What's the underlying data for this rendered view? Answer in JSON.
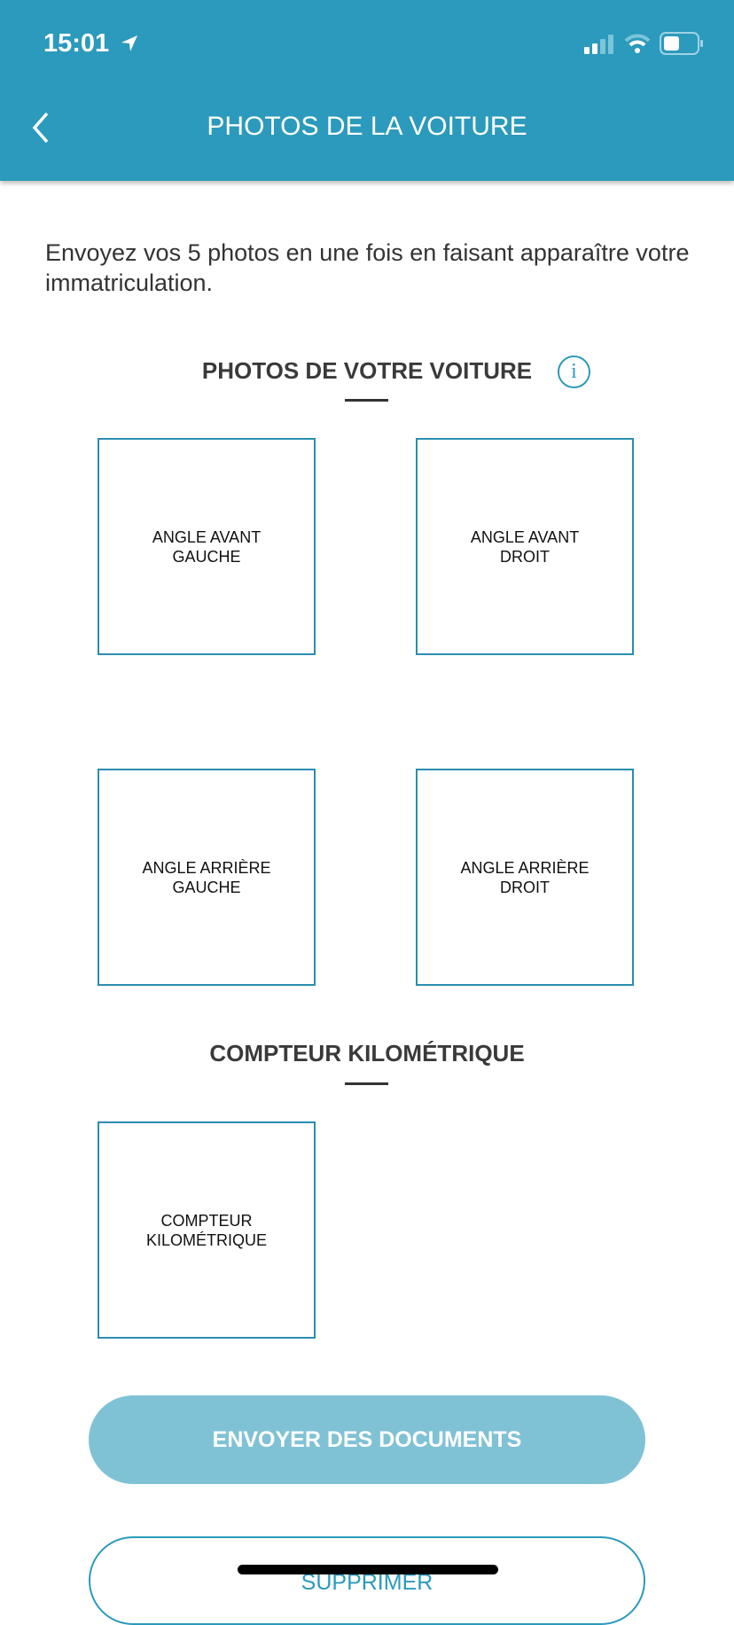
{
  "status_bar": {
    "time": "15:01",
    "icons": [
      "location-arrow-icon",
      "signal-icon",
      "wifi-icon",
      "battery-icon"
    ]
  },
  "header": {
    "title": "PHOTOS DE LA VOITURE",
    "back_icon": "chevron-left-icon"
  },
  "intro": "Envoyez vos 5 photos en une fois en faisant apparaître votre immatriculation.",
  "sections": [
    {
      "title": "PHOTOS DE VOTRE VOITURE",
      "slots": [
        "ANGLE AVANT GAUCHE",
        "ANGLE AVANT DROIT",
        "ANGLE ARRIÈRE GAUCHE",
        "ANGLE ARRIÈRE DROIT"
      ]
    },
    {
      "title": "COMPTEUR KILOMÉTRIQUE",
      "slots": [
        "COMPTEUR KILOMÉTRIQUE"
      ]
    }
  ],
  "info_icon_label": "i",
  "buttons": {
    "send": "ENVOYER DES DOCUMENTS",
    "delete": "SUPPRIMER"
  },
  "colors": {
    "primary": "#2b9abc",
    "disabled_button": "#80c2d5"
  }
}
